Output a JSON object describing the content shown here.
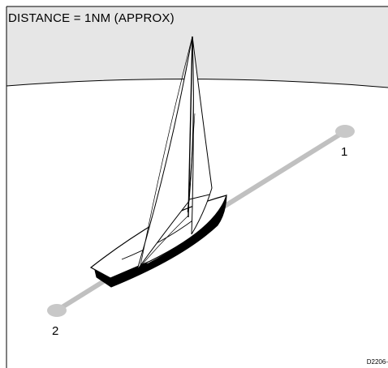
{
  "title": "DISTANCE = 1NM (APPROX)",
  "waypoints": [
    {
      "label": "1"
    },
    {
      "label": "2"
    }
  ],
  "reference": "D2206-",
  "colors": {
    "sky": "#e6e6e6",
    "route_line": "#c0c0c0",
    "waypoint": "#c8c8c8",
    "outline": "#000000",
    "background": "#ffffff"
  }
}
